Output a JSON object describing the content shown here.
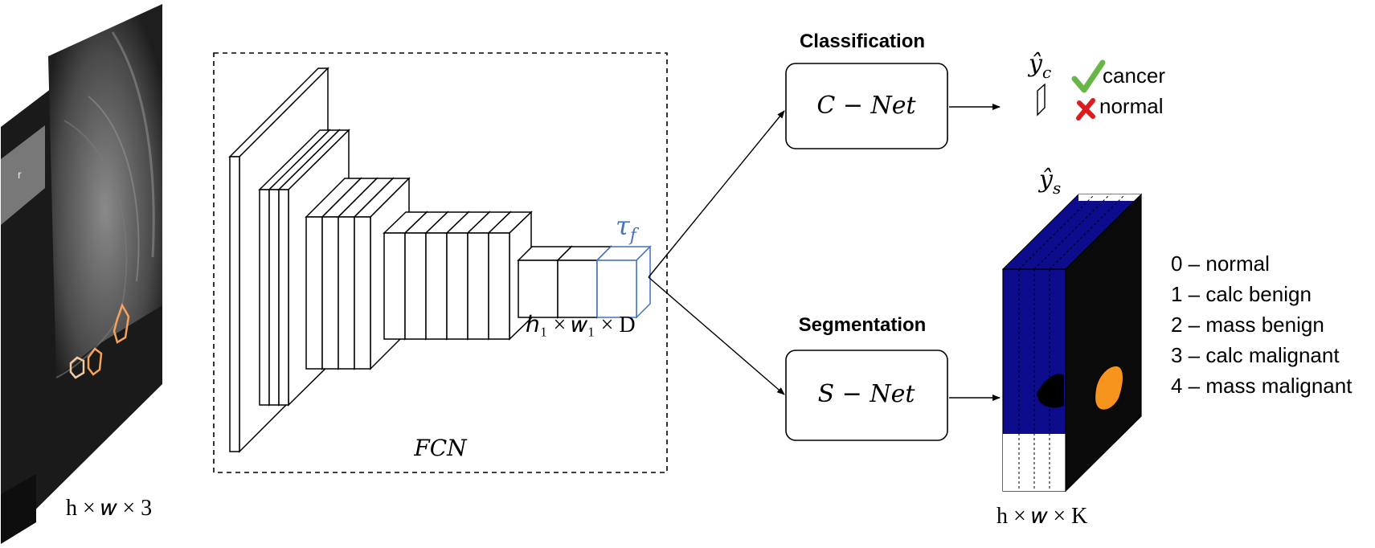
{
  "input": {
    "dims": "h × 𝑤 × 3"
  },
  "fcn": {
    "label": "𝐹𝐶𝑁",
    "feature_symbol": "𝜏",
    "feature_sub": "𝑓",
    "feature_dims": "ℎ₁ × 𝑤₁ × D"
  },
  "classification": {
    "title": "Classification",
    "net_label": "𝐶 − 𝑁𝑒𝑡",
    "output_symbol": "ŷ",
    "output_sub": "𝑐",
    "outcomes": [
      {
        "label": "cancer",
        "icon": "check-icon"
      },
      {
        "label": "normal",
        "icon": "cross-icon"
      }
    ]
  },
  "segmentation": {
    "title": "Segmentation",
    "net_label": "𝑆 − 𝑁𝑒𝑡",
    "output_symbol": "ŷ",
    "output_sub": "𝑠",
    "output_dims": "h × 𝑤 × K",
    "classes": [
      "0 – normal",
      "1 – calc benign",
      "2 – mass benign",
      "3 – calc malignant",
      "4 – mass malignant"
    ]
  },
  "colors": {
    "line": "#000000",
    "feature_blue": "#4472c4",
    "seg_blue": "#0c0c8c",
    "lesion_orange": "#f7941d",
    "check_green": "#6ab547",
    "cross_red": "#e0191c"
  }
}
